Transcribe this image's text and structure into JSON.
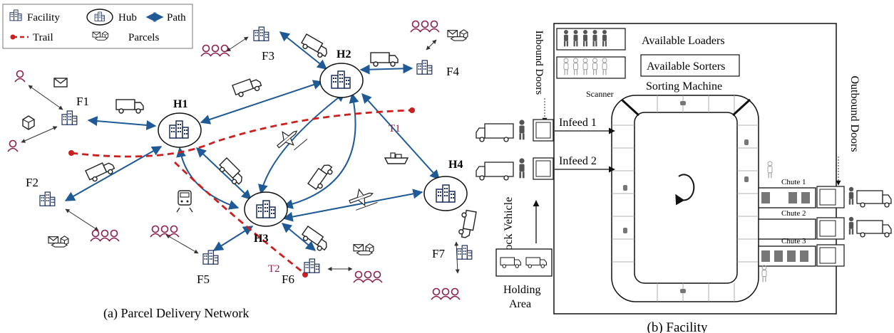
{
  "legend": {
    "facility": "Facility",
    "hub": "Hub",
    "path": "Path",
    "trail": "Trail",
    "parcels": "Parcels"
  },
  "network": {
    "hubs": [
      "H1",
      "H2",
      "H3",
      "H4"
    ],
    "facilities": [
      "F1",
      "F2",
      "F3",
      "F4",
      "F5",
      "F6",
      "F7"
    ],
    "trails": [
      "T1",
      "T2"
    ],
    "caption": "(a) Parcel Delivery Network"
  },
  "facility": {
    "available_loaders": "Available Loaders",
    "available_sorters": "Available Sorters",
    "inbound_doors": "Inbound Doors",
    "outbound_doors": "Outbound Doors",
    "scanner": "Scanner",
    "sorting_machine": "Sorting Machine",
    "infeed_1": "Infeed 1",
    "infeed_2": "Infeed 2",
    "chute_1": "Chute 1",
    "chute_2": "Chute 2",
    "chute_3": "Chute 3",
    "dock_vehicle": "Dock Vehicle",
    "holding_area_line1": "Holding",
    "holding_area_line2": "Area",
    "caption": "(b) Facility"
  },
  "colors": {
    "path": "#1f5a96",
    "trail": "#cc1f1f",
    "people": "#8a1e4e",
    "trail_label": "#8a1e4e"
  }
}
